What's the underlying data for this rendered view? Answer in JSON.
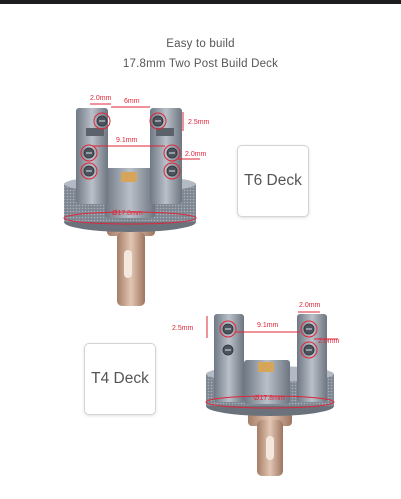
{
  "header": {
    "line1": "Easy to build",
    "line2": "17.8mm Two Post Build Deck"
  },
  "t6": {
    "label": "T6 Deck",
    "dims": {
      "hole": "2.0mm",
      "gap": "6mm",
      "height": "2.5mm",
      "span": "9.1mm",
      "hole_right": "2.0mm",
      "base": "Ø17.8mm"
    }
  },
  "t4": {
    "label": "T4 Deck",
    "dims": {
      "height": "2.5mm",
      "span": "9.1mm",
      "hole_top": "2.0mm",
      "hole_right": "2.0mm",
      "base": "Ø17.8mm"
    }
  },
  "colors": {
    "measure": "#e0263a",
    "metal": "#8f98a3",
    "copper": "#c2a089",
    "topbar": "#1d1d1f"
  }
}
